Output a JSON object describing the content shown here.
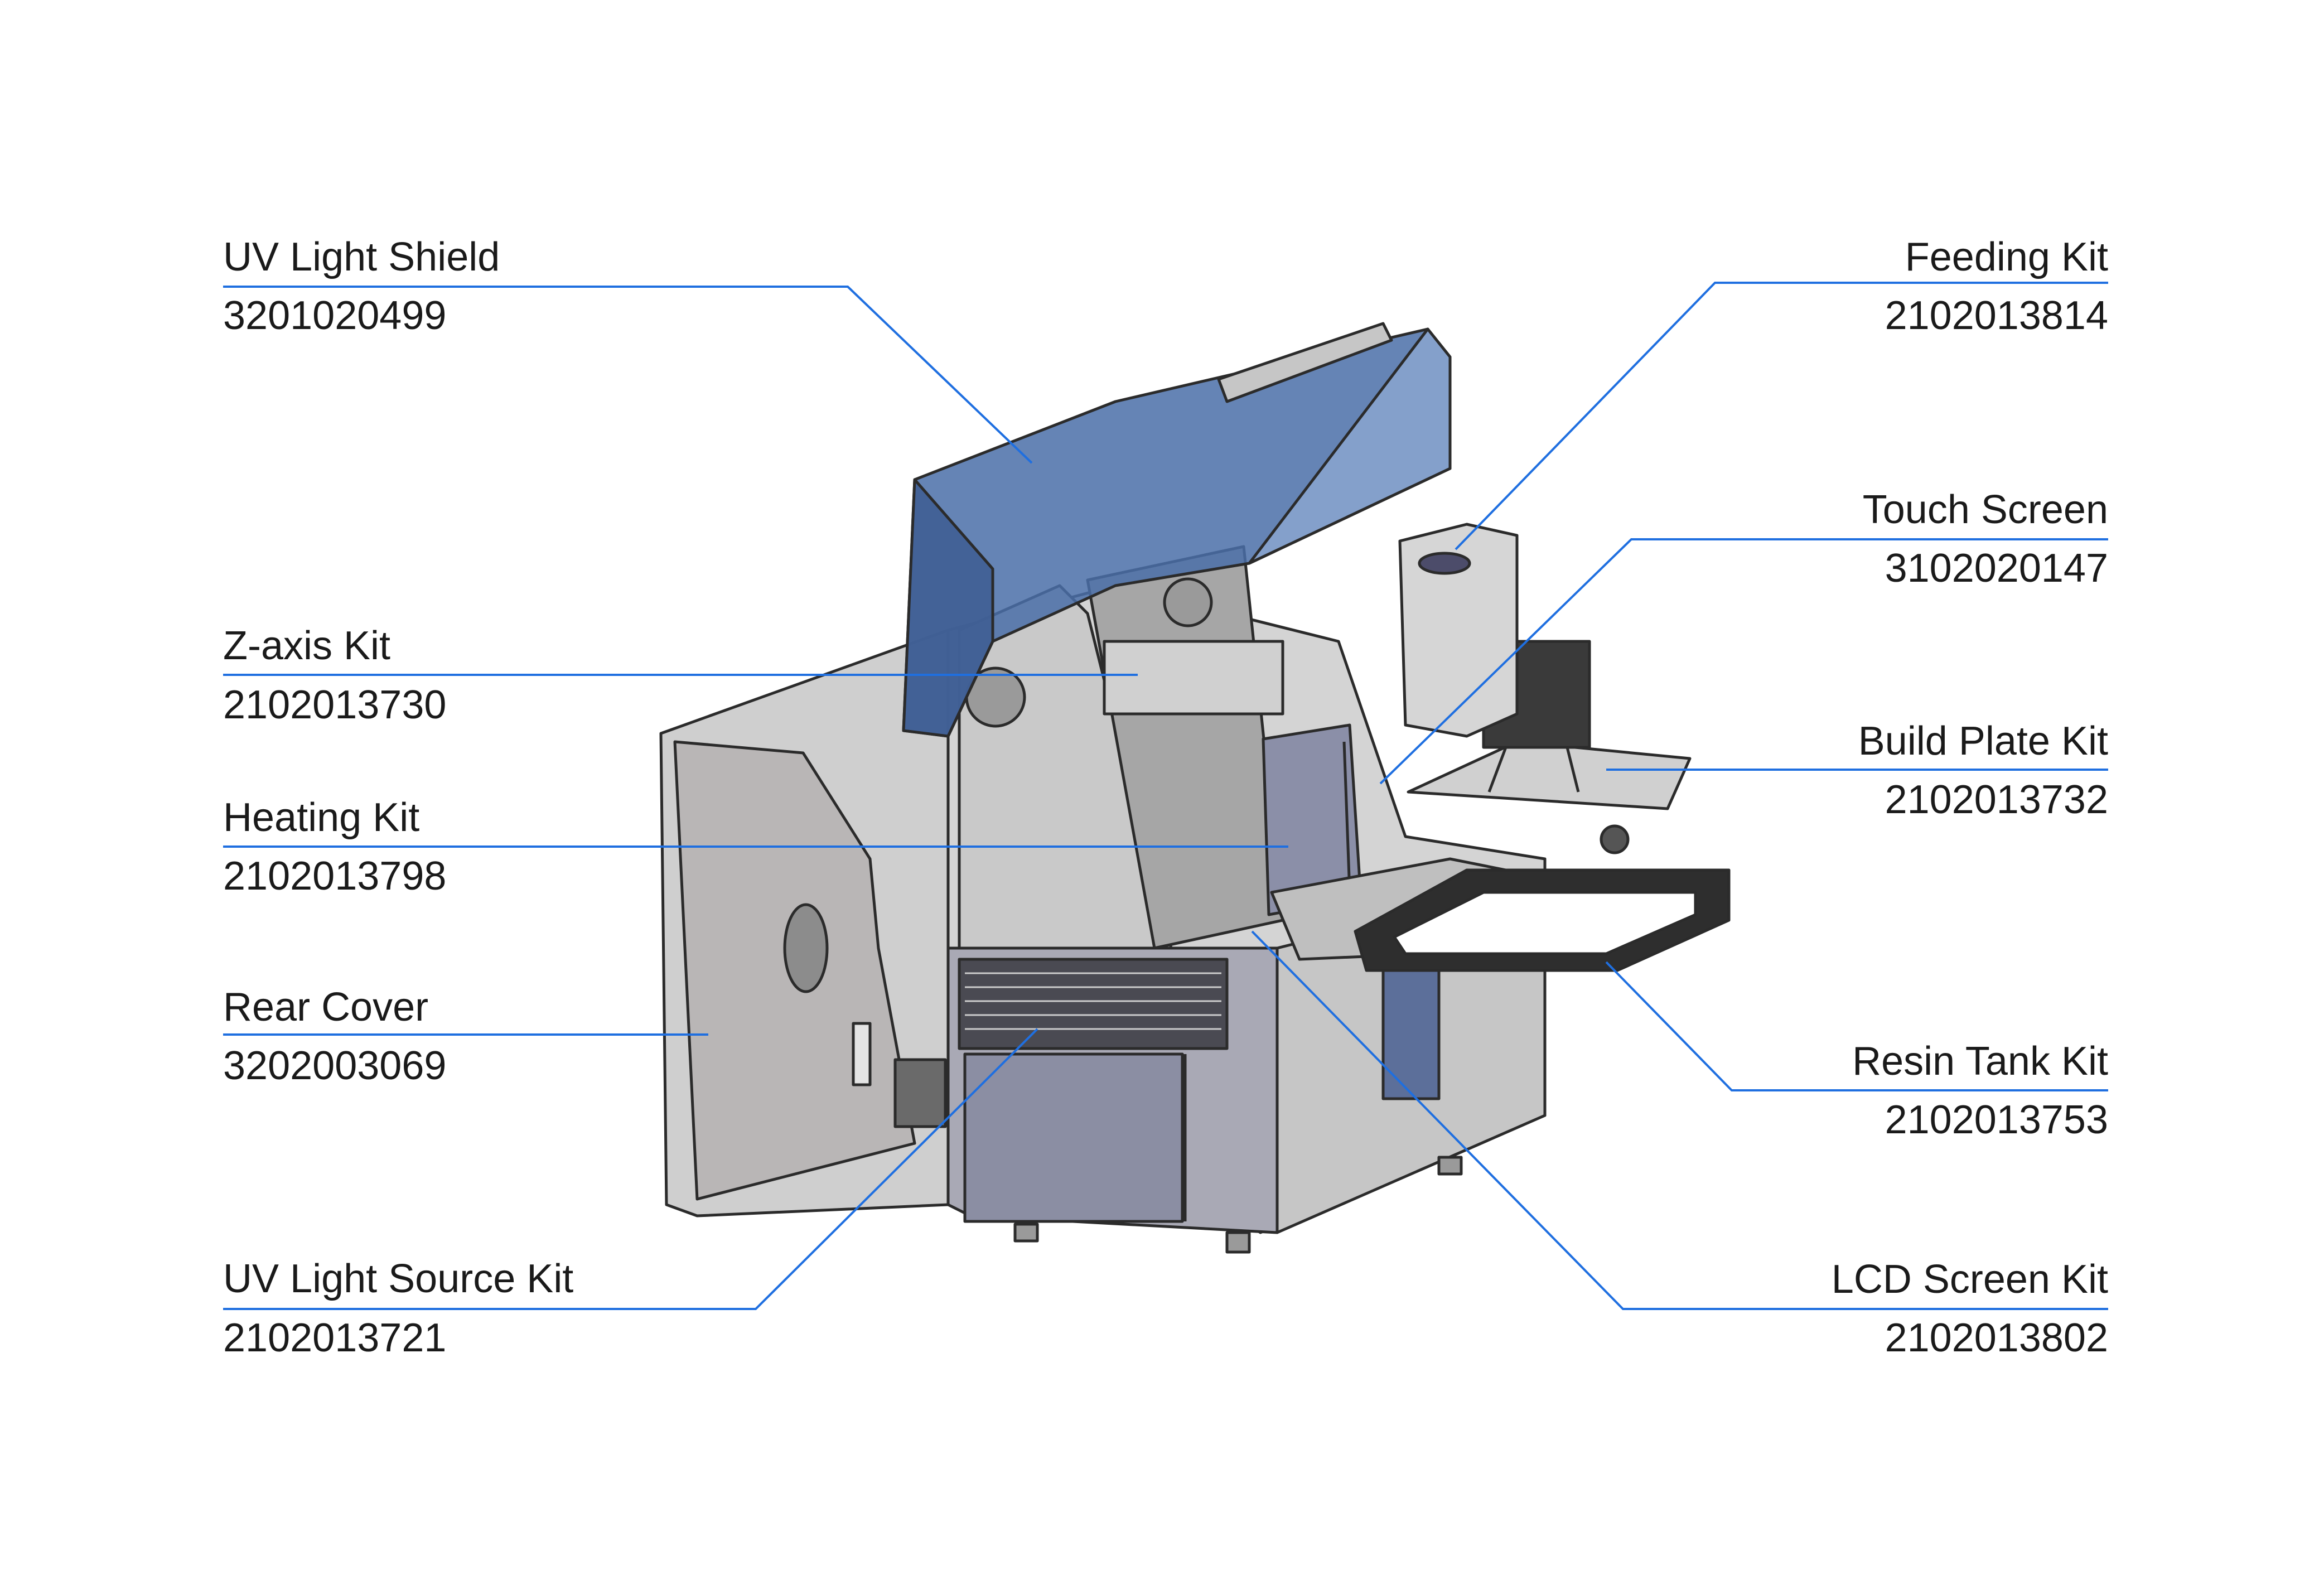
{
  "labels": {
    "uv_light_shield": {
      "name": "UV Light Shield",
      "code": "3201020499"
    },
    "z_axis_kit": {
      "name": "Z-axis Kit",
      "code": "2102013730"
    },
    "heating_kit": {
      "name": "Heating Kit",
      "code": "2102013798"
    },
    "rear_cover": {
      "name": "Rear Cover",
      "code": "3202003069"
    },
    "uv_light_source_kit": {
      "name": "UV Light Source Kit",
      "code": "2102013721"
    },
    "feeding_kit": {
      "name": "Feeding Kit",
      "code": "2102013814"
    },
    "touch_screen": {
      "name": "Touch Screen",
      "code": "3102020147"
    },
    "build_plate_kit": {
      "name": "Build Plate Kit",
      "code": "2102013732"
    },
    "resin_tank_kit": {
      "name": "Resin Tank Kit",
      "code": "2102013753"
    },
    "lcd_screen_kit": {
      "name": "LCD Screen Kit",
      "code": "2102013802"
    }
  },
  "colors": {
    "leader_line": "#1f6fe0",
    "shield_fill": "#4a6fa8",
    "body_fill": "#c9c9c9",
    "outline": "#2b2b2b",
    "text": "#1a1a1a"
  }
}
